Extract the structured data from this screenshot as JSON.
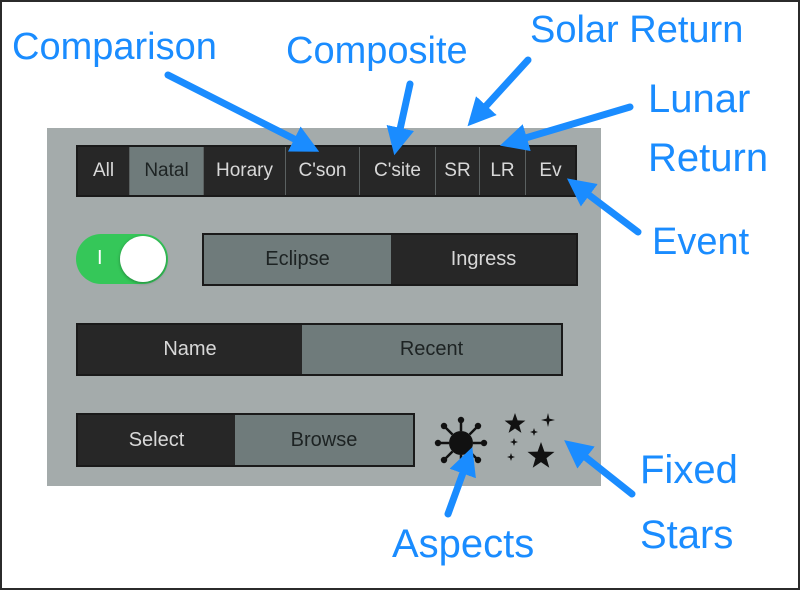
{
  "chart_tabs": [
    "All",
    "Natal",
    "Horary",
    "C'son",
    "C'site",
    "SR",
    "LR",
    "Ev"
  ],
  "chart_tabs_selected": "Natal",
  "toggle": {
    "label": "I",
    "on": true
  },
  "search_mode": {
    "options": [
      "Eclipse",
      "Ingress"
    ],
    "selected": "Eclipse"
  },
  "sort_mode": {
    "options": [
      "Name",
      "Recent"
    ],
    "selected": "Recent"
  },
  "pick_mode": {
    "options": [
      "Select",
      "Browse"
    ],
    "selected": "Browse"
  },
  "icons": {
    "aspects": "sun-aspects-icon",
    "fixed_stars": "stars-icon"
  },
  "callouts": {
    "comparison": "Comparison",
    "composite": "Composite",
    "solar_return": "Solar Return",
    "lunar_return_1": "Lunar",
    "lunar_return_2": "Return",
    "event": "Event",
    "aspects": "Aspects",
    "fixed_stars_1": "Fixed",
    "fixed_stars_2": "Stars"
  },
  "colors": {
    "accent": "#1a8cff",
    "panel": "#a4abab",
    "segment_dark": "#272727",
    "segment_selected": "#6f7b7b",
    "toggle_on": "#35c759"
  }
}
